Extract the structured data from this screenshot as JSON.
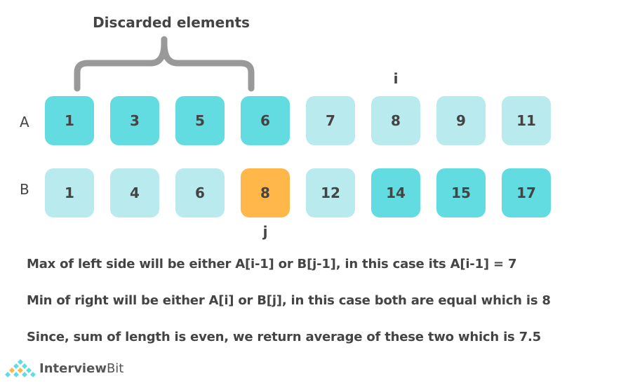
{
  "title": "Discarded elements",
  "colors": {
    "discarded": "#62dce0",
    "remaining": "#b8eaee",
    "highlight": "#ffb74a",
    "brace": "#999999",
    "text": "#444444"
  },
  "arrays": {
    "A": {
      "label": "A",
      "values": [
        "1",
        "3",
        "5",
        "6",
        "7",
        "8",
        "9",
        "11"
      ],
      "states": [
        "discarded",
        "discarded",
        "discarded",
        "discarded",
        "remaining",
        "remaining",
        "remaining",
        "remaining"
      ]
    },
    "B": {
      "label": "B",
      "values": [
        "1",
        "4",
        "6",
        "8",
        "12",
        "14",
        "15",
        "17"
      ],
      "states": [
        "remaining",
        "remaining",
        "remaining",
        "highlight",
        "remaining",
        "discarded",
        "discarded",
        "discarded"
      ]
    }
  },
  "pointers": {
    "i": "i",
    "j": "j"
  },
  "explanation": [
    "Max of left side will be either A[i-1] or B[j-1], in this case its A[i-1] = 7",
    "Min of right will be either A[i] or B[j], in this case both are equal which is 8",
    "Since, sum of length is even, we return average of these two which is 7.5"
  ],
  "logo": {
    "bold": "Interview",
    "regular": "Bit"
  }
}
